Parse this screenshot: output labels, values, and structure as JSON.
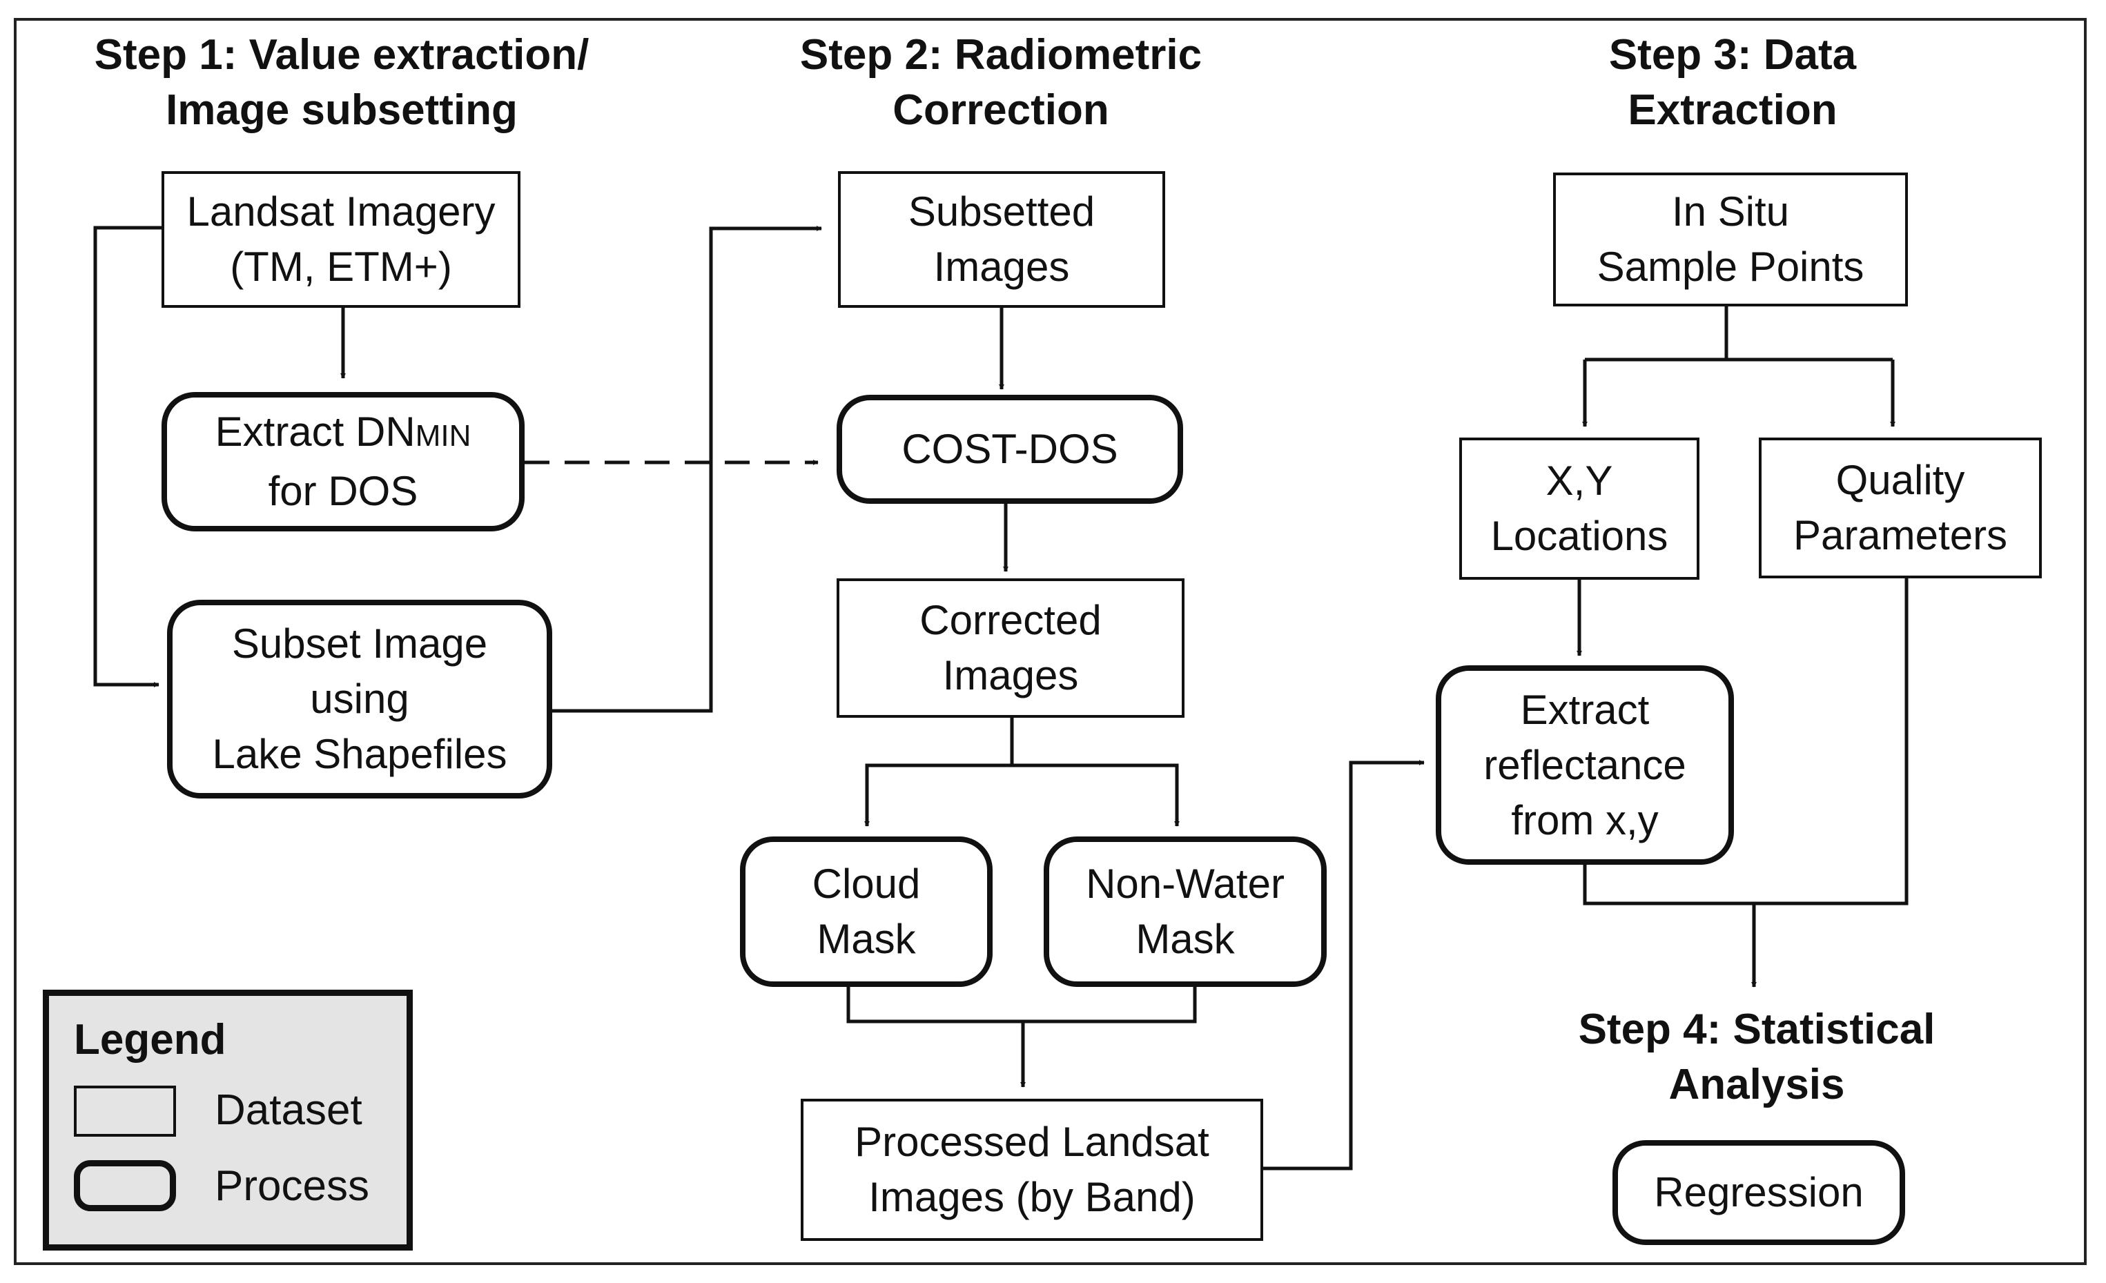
{
  "headings": {
    "step1": "Step 1: Value extraction/\nImage subsetting",
    "step2": "Step 2: Radiometric\nCorrection",
    "step3": "Step 3: Data\nExtraction",
    "step4": "Step 4: Statistical\nAnalysis"
  },
  "nodes": {
    "landsat": "Landsat Imagery\n(TM, ETM+)",
    "extract_dn_main": "Extract DN",
    "extract_dn_sub": "MIN",
    "extract_dn_tail": "for DOS",
    "subset_image": "Subset Image\nusing\nLake Shapefiles",
    "subsetted": "Subsetted\nImages",
    "cost_dos": "COST-DOS",
    "corrected": "Corrected\nImages",
    "cloud_mask": "Cloud\nMask",
    "nonwater_mask": "Non-Water\nMask",
    "processed": "Processed Landsat\nImages (by Band)",
    "insitu": "In Situ\nSample Points",
    "xy": "X,Y\nLocations",
    "quality": "Quality\nParameters",
    "extract_refl": "Extract\nreflectance\nfrom x,y",
    "regression": "Regression"
  },
  "legend": {
    "title": "Legend",
    "dataset": "Dataset",
    "process": "Process"
  },
  "colors": {
    "line": "#111111",
    "legend_bg": "#e4e4e4",
    "frame": "#222222"
  }
}
